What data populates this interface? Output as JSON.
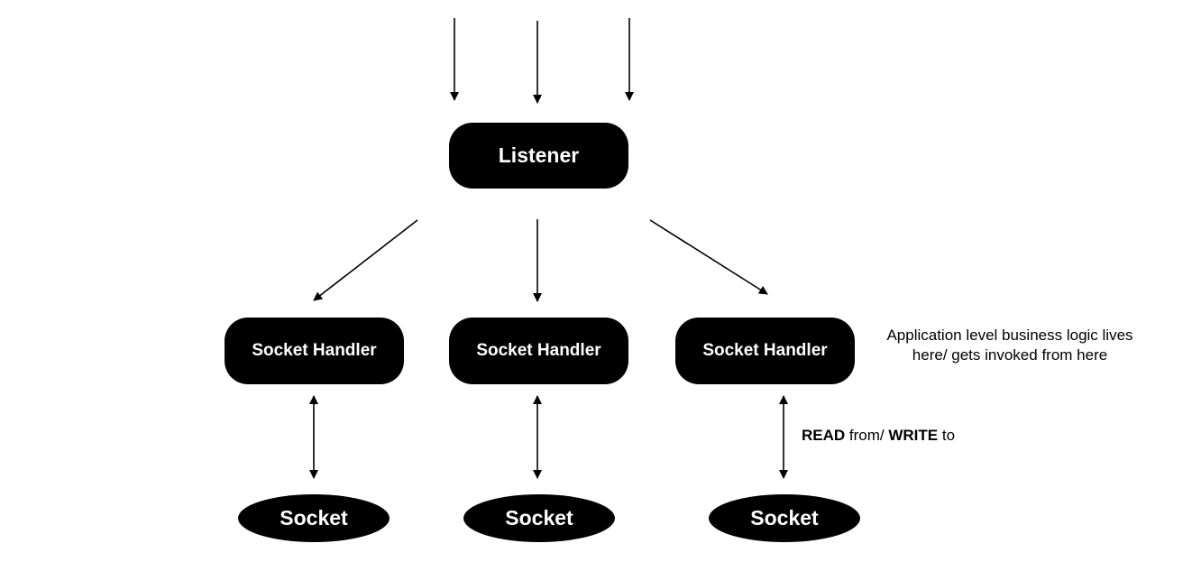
{
  "nodes": {
    "listener": "Listener",
    "handlers": [
      "Socket Handler",
      "Socket Handler",
      "Socket Handler"
    ],
    "sockets": [
      "Socket",
      "Socket",
      "Socket"
    ]
  },
  "annotations": {
    "business_logic": "Application level business logic lives here/ gets invoked from here",
    "read_label": "READ",
    "from_label": " from/ ",
    "write_label": "WRITE",
    "to_label": " to"
  },
  "colors": {
    "node_fill": "#000000",
    "node_text": "#ffffff",
    "arrow": "#000000",
    "background": "#ffffff"
  }
}
